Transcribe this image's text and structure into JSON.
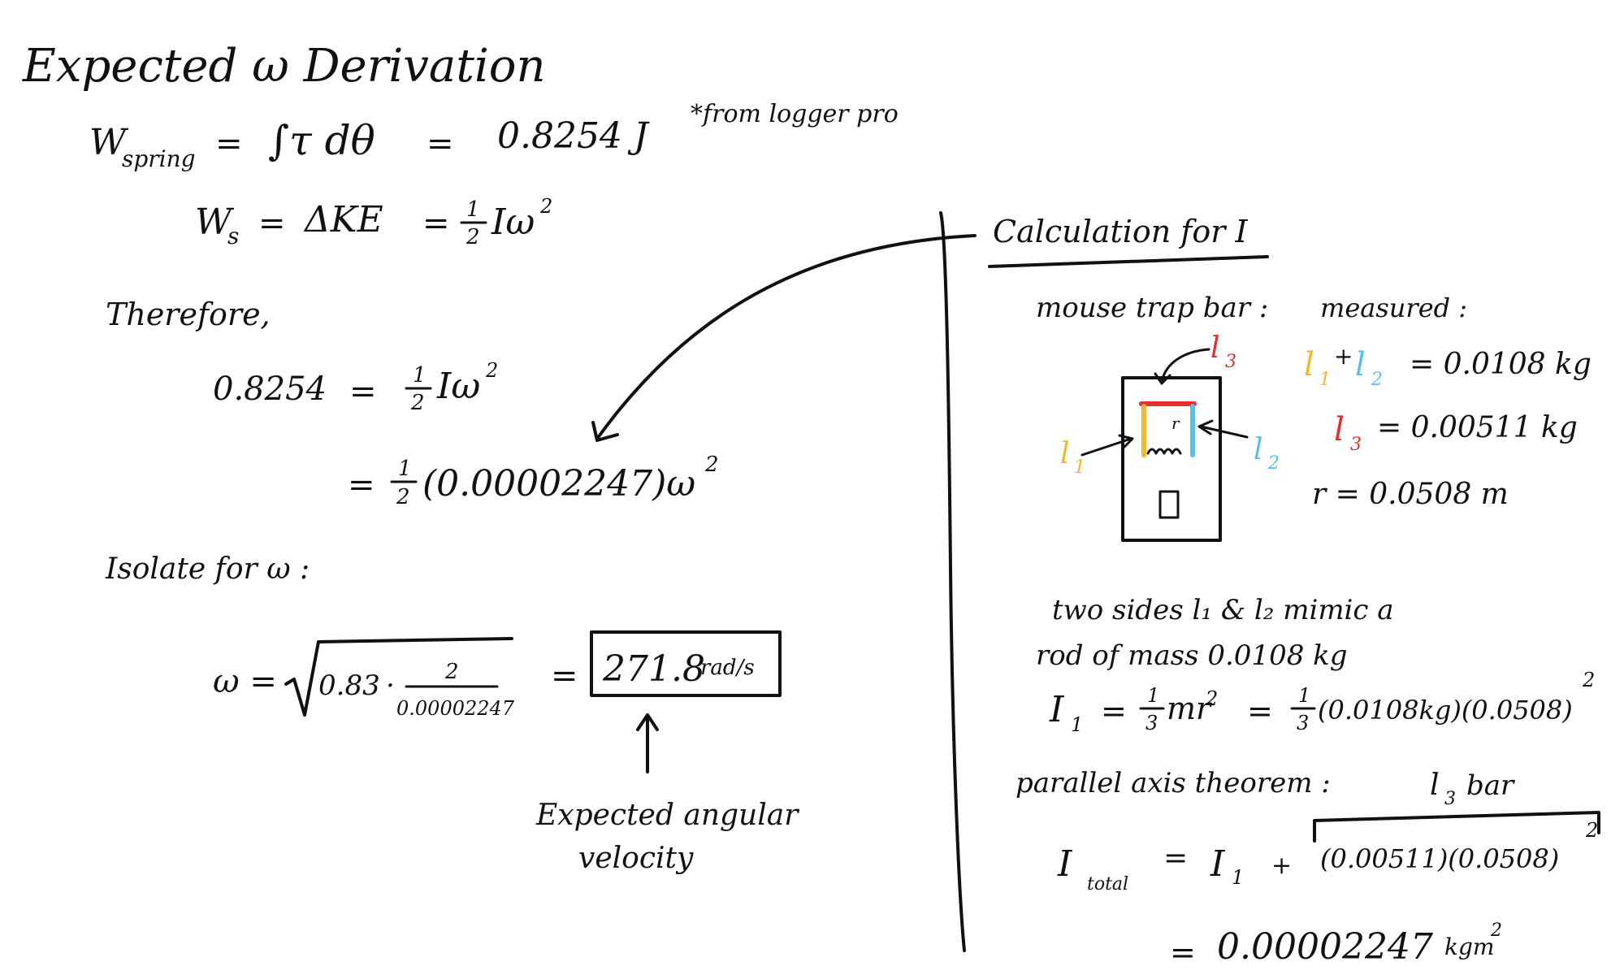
{
  "title": "Expected ω Derivation",
  "left": {
    "line1": {
      "lhs": "W",
      "lhs_sub": "spring",
      "eq1": "=",
      "integral": "∫τ dθ",
      "eq2": "=",
      "value": "0.8254 J",
      "note": "*from logger pro"
    },
    "line2": {
      "lhs": "W",
      "lhs_sub": "s",
      "eq1": "=",
      "mid": "ΔKE",
      "eq2": "=",
      "half_num": "1",
      "half_den": "2",
      "rhs": "Iω",
      "rhs_sup": "2"
    },
    "therefore": "Therefore,",
    "line3": {
      "lhs": "0.8254",
      "eq": "=",
      "half_num": "1",
      "half_den": "2",
      "rhs": "Iω",
      "rhs_sup": "2"
    },
    "line4": {
      "eq": "=",
      "half_num": "1",
      "half_den": "2",
      "rhs": "(0.00002247)ω",
      "rhs_sup": "2"
    },
    "isolate": "Isolate for ω :",
    "line5": {
      "lhs": "ω =",
      "radicand_a": "0.83",
      "dot": "·",
      "frac_num": "2",
      "frac_den": "0.00002247",
      "eq": "=",
      "result": "271.8",
      "result_unit": "rad/s"
    },
    "annotation_line1": "Expected angular",
    "annotation_line2": "velocity"
  },
  "right": {
    "heading": "Calculation for I",
    "mouse_trap_label": "mouse trap bar :",
    "diagram": {
      "l1": "l",
      "l1_sub": "1",
      "l2": "l",
      "l2_sub": "2",
      "l3": "l",
      "l3_sub": "3",
      "r": "r"
    },
    "measured": {
      "label": "measured :",
      "line1_a": "l",
      "line1_a_sub": "1",
      "line1_plus": "+",
      "line1_b": "l",
      "line1_b_sub": "2",
      "line1_value": "= 0.0108 kg",
      "line2_a": "l",
      "line2_a_sub": "3",
      "line2_value": "= 0.00511 kg",
      "line3": "r = 0.0508 m"
    },
    "text1": "two sides l₁ & l₂ mimic a",
    "text2": "rod of mass 0.0108 kg",
    "i1": {
      "lhs": "I",
      "lhs_sub": "1",
      "eq1": "=",
      "frac_num": "1",
      "frac_den": "3",
      "mr": "mr",
      "mr_sup": "2",
      "eq2": "=",
      "frac2_num": "1",
      "frac2_den": "3",
      "rhs": "(0.0108kg)(0.0508)",
      "rhs_sup": "2"
    },
    "parallel_axis": "parallel axis theorem :",
    "l3_bar": "l",
    "l3_bar_sub": "3",
    "l3_bar_word": "bar",
    "itotal": {
      "lhs": "I",
      "lhs_sub": "total",
      "eq": "=",
      "i1": "I",
      "i1_sub": "1",
      "plus": "+",
      "term": "(0.00511)(0.0508)",
      "term_sup": "2"
    },
    "final": {
      "eq": "=",
      "value": "0.00002247",
      "unit": "kgm",
      "unit_sup": "2"
    }
  },
  "colors": {
    "ink": "#111111",
    "l1": "#f2b630",
    "l2": "#5bbfe8",
    "l3": "#e0302c"
  }
}
